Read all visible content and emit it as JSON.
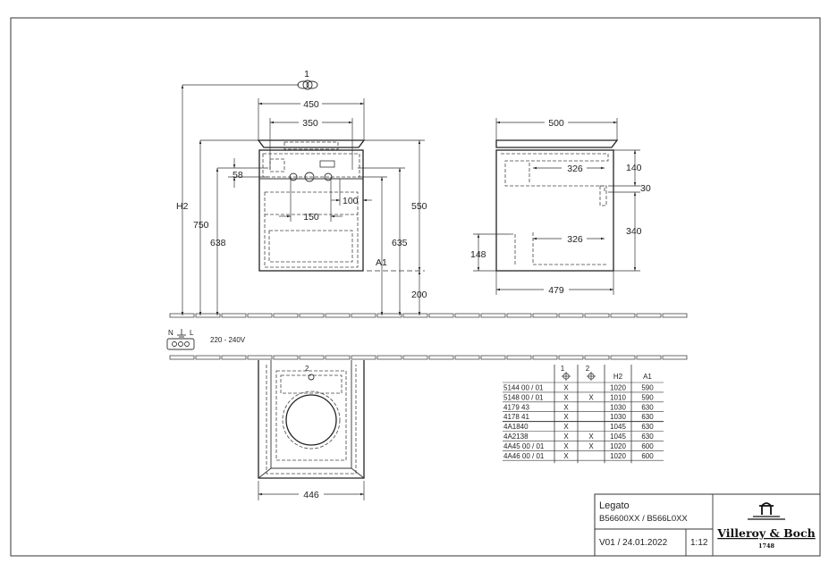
{
  "front_view": {
    "marker_1": "1",
    "dim_450": "450",
    "dim_350": "350",
    "dim_h2": "H2",
    "dim_750": "750",
    "dim_638": "638",
    "dim_58": "58",
    "dim_150": "150",
    "dim_100": "100",
    "dim_550": "550",
    "dim_635": "635",
    "dim_a1": "A1",
    "dim_200": "200"
  },
  "side_view": {
    "dim_500": "500",
    "dim_326_top": "326",
    "dim_326_bottom": "326",
    "dim_140": "140",
    "dim_30": "30",
    "dim_340": "340",
    "dim_148": "148",
    "dim_479": "479"
  },
  "electrical": {
    "n": "N",
    "l": "L",
    "voltage": "220 - 240V"
  },
  "plan_view": {
    "marker_2": "2",
    "dim_446": "446"
  },
  "table": {
    "headers": [
      "",
      "1",
      "2",
      "H2",
      "A1"
    ],
    "rows": [
      [
        "5144 00 / 01",
        "X",
        "",
        "1020",
        "590"
      ],
      [
        "5148 00 / 01",
        "X",
        "X",
        "1010",
        "590"
      ],
      [
        "4179 43",
        "X",
        "",
        "1030",
        "630"
      ],
      [
        "4178 41",
        "X",
        "",
        "1030",
        "630"
      ],
      [
        "4A1840",
        "X",
        "",
        "1045",
        "630"
      ],
      [
        "4A2138",
        "X",
        "X",
        "1045",
        "630"
      ],
      [
        "4A45 00 / 01",
        "X",
        "X",
        "1020",
        "600"
      ],
      [
        "4A46 00 / 01",
        "X",
        "",
        "1020",
        "600"
      ]
    ]
  },
  "title_block": {
    "product": "Legato",
    "codes": "B56600XX / B566L0XX",
    "version_date": "V01 / 24.01.2022",
    "scale": "1:12",
    "brand": "Villeroy & Boch",
    "brand_year": "1748"
  }
}
